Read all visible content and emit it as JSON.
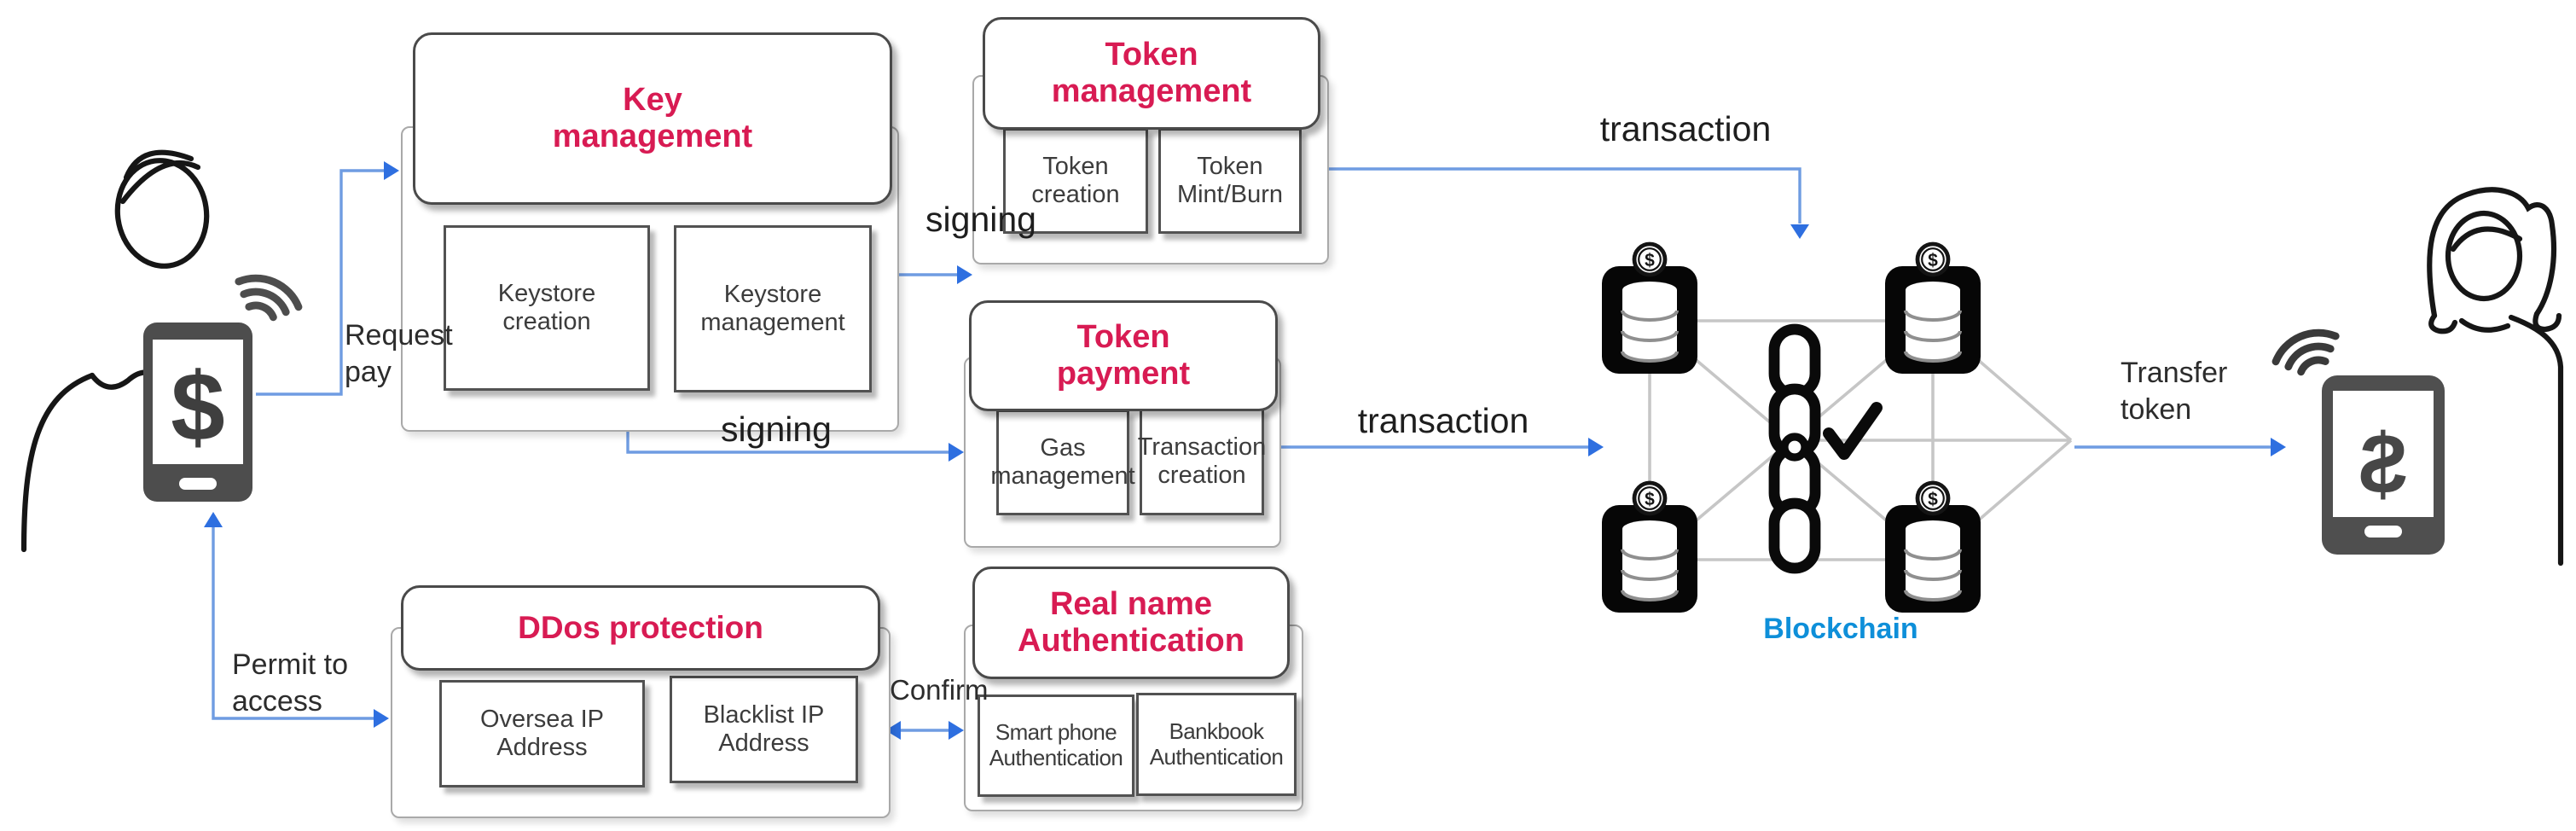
{
  "diagram": {
    "modules": [
      {
        "id": "key-management",
        "title": "Key\nmanagement",
        "boxes": [
          "Keystore\ncreation",
          "Keystore\nmanagement"
        ]
      },
      {
        "id": "token-management",
        "title": "Token\nmanagement",
        "boxes": [
          "Token\ncreation",
          "Token\nMint/Burn"
        ]
      },
      {
        "id": "token-payment",
        "title": "Token\npayment",
        "boxes": [
          "Gas\nmanagement",
          "Transaction\ncreation"
        ]
      },
      {
        "id": "ddos-protection",
        "title": "DDos protection",
        "boxes": [
          "Oversea IP\nAddress",
          "Blacklist IP\nAddress"
        ]
      },
      {
        "id": "real-name-authentication",
        "title": "Real name\nAuthentication",
        "boxes": [
          "Smart phone\nAuthentication",
          "Bankbook\nAuthentication"
        ]
      }
    ],
    "flow_labels": {
      "request_pay": "Request\npay",
      "signing_top": "signing",
      "signing_bottom": "signing",
      "transaction_top": "transaction",
      "transaction_bottom": "transaction",
      "permit_to_access": "Permit to\naccess",
      "confirm": "Confirm",
      "transfer_token": "Transfer\ntoken",
      "blockchain": "Blockchain"
    },
    "symbols": {
      "phone_left": "$",
      "phone_right": "$",
      "coin": "$"
    },
    "colors": {
      "module_title": "#d81b53",
      "blockchain_label": "#0e8fd9",
      "arrow_head": "#2e6fe0",
      "arrow_line": "#6f9ce2",
      "network_line": "#c6c6c6"
    }
  }
}
